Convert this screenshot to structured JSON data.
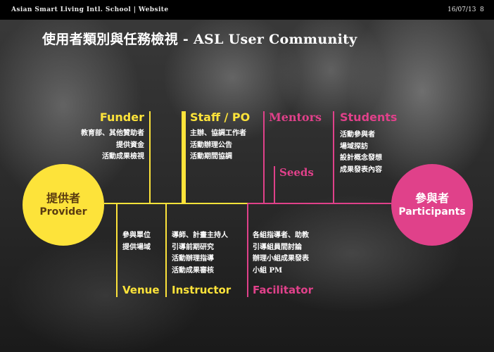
{
  "header": {
    "school": "Asian Smart Living Intl. School | Website",
    "date": "16/07/13",
    "page": "8"
  },
  "title": "使用者類別與任務檢視 - ASL User Community",
  "provider": {
    "zh": "提供者",
    "en": "Provider"
  },
  "participants": {
    "zh": "參與者",
    "en": "Participants"
  },
  "funder": {
    "label": "Funder",
    "items": [
      "教育部、其他贊助者",
      "提供資金",
      "活動成果檢視"
    ]
  },
  "staff": {
    "label": "Staff / PO",
    "items": [
      "主辦、協調工作者",
      "活動辦理公告",
      "活動期間協調"
    ]
  },
  "mentors": {
    "label": "Mentors"
  },
  "seeds": {
    "label": "Seeds"
  },
  "students": {
    "label": "Students",
    "items": [
      "活動參與者",
      "場域探訪",
      "設計概念發想",
      "成果發表內容"
    ]
  },
  "venue": {
    "label": "Venue",
    "items": [
      "參與單位",
      "提供場域"
    ]
  },
  "instructor": {
    "label": "Instructor",
    "items": [
      "導師、計畫主持人",
      "引導前期研究",
      "活動辦理指導",
      "活動成果審核"
    ]
  },
  "facilitator": {
    "label": "Facilitator",
    "items": [
      "各組指導者、助教",
      "引導組員間討論",
      "辦理小組成果發表",
      "小組 PM"
    ]
  },
  "colors": {
    "yellow": "#fde33a",
    "pink": "#e0418a",
    "background": "#1a1a1a",
    "topbar": "#000000"
  }
}
